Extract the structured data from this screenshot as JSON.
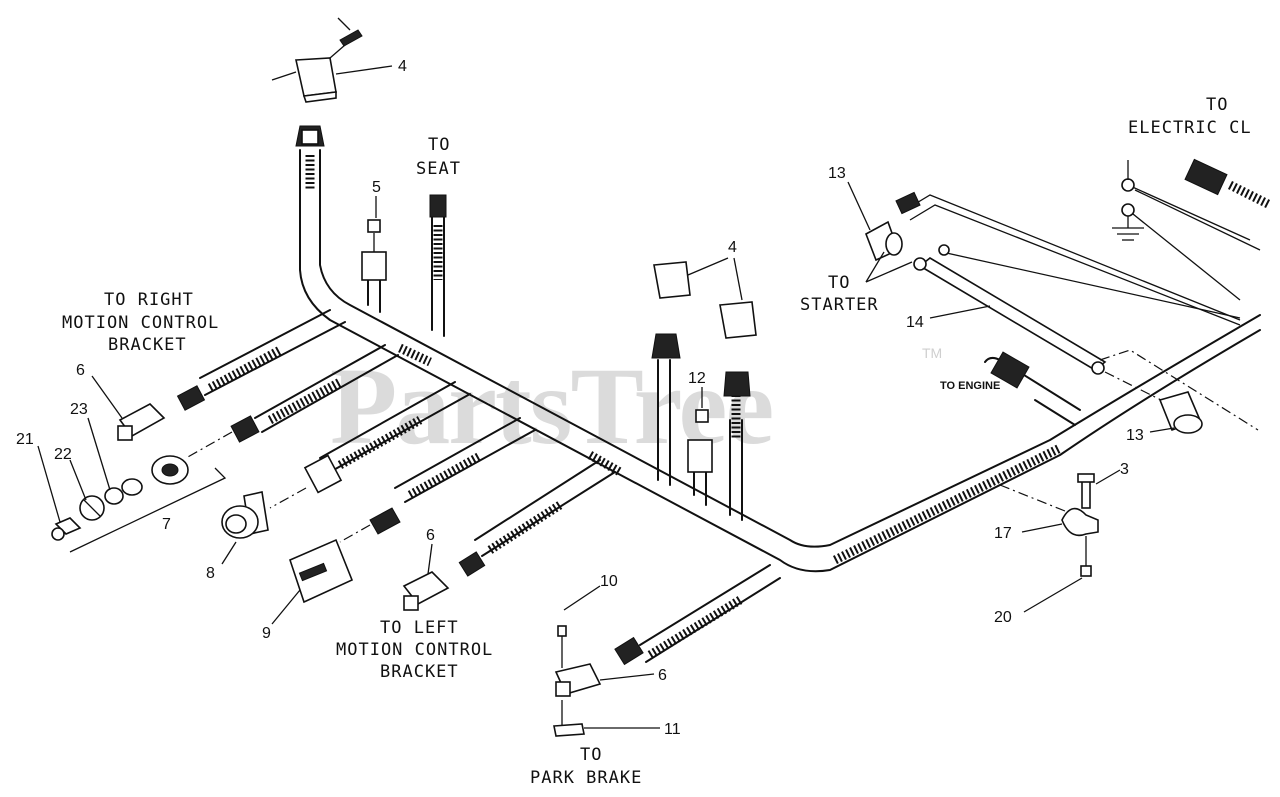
{
  "watermark": {
    "text": "PartsTree",
    "trademark": "TM"
  },
  "labels": {
    "to_seat": [
      "TO",
      "SEAT"
    ],
    "to_right_motion": [
      "TO RIGHT",
      "MOTION CONTROL",
      "BRACKET"
    ],
    "to_left_motion": [
      "TO LEFT",
      "MOTION CONTROL",
      "BRACKET"
    ],
    "to_park_brake": [
      "TO",
      "PARK BRAKE"
    ],
    "to_starter": [
      "TO",
      "STARTER"
    ],
    "to_electric_clutch": [
      "TO",
      "ELECTRIC CL"
    ],
    "to_engine": "TO ENGINE"
  },
  "callouts": {
    "relay_top": "4",
    "relay_mid": "4",
    "fuse_top": "5",
    "fuse_mid": "12",
    "connector_right": "6",
    "connector_left": "6",
    "connector_park": "6",
    "key_switch_nut": "23",
    "key": "21",
    "key_cover": "22",
    "key_switch": "7",
    "light": "8",
    "hour_meter": "9",
    "screw": "10",
    "bracket": "11",
    "boot_top": "13",
    "boot_bottom": "13",
    "cable": "14",
    "bolt": "3",
    "clamp": "17",
    "nut": "20"
  }
}
